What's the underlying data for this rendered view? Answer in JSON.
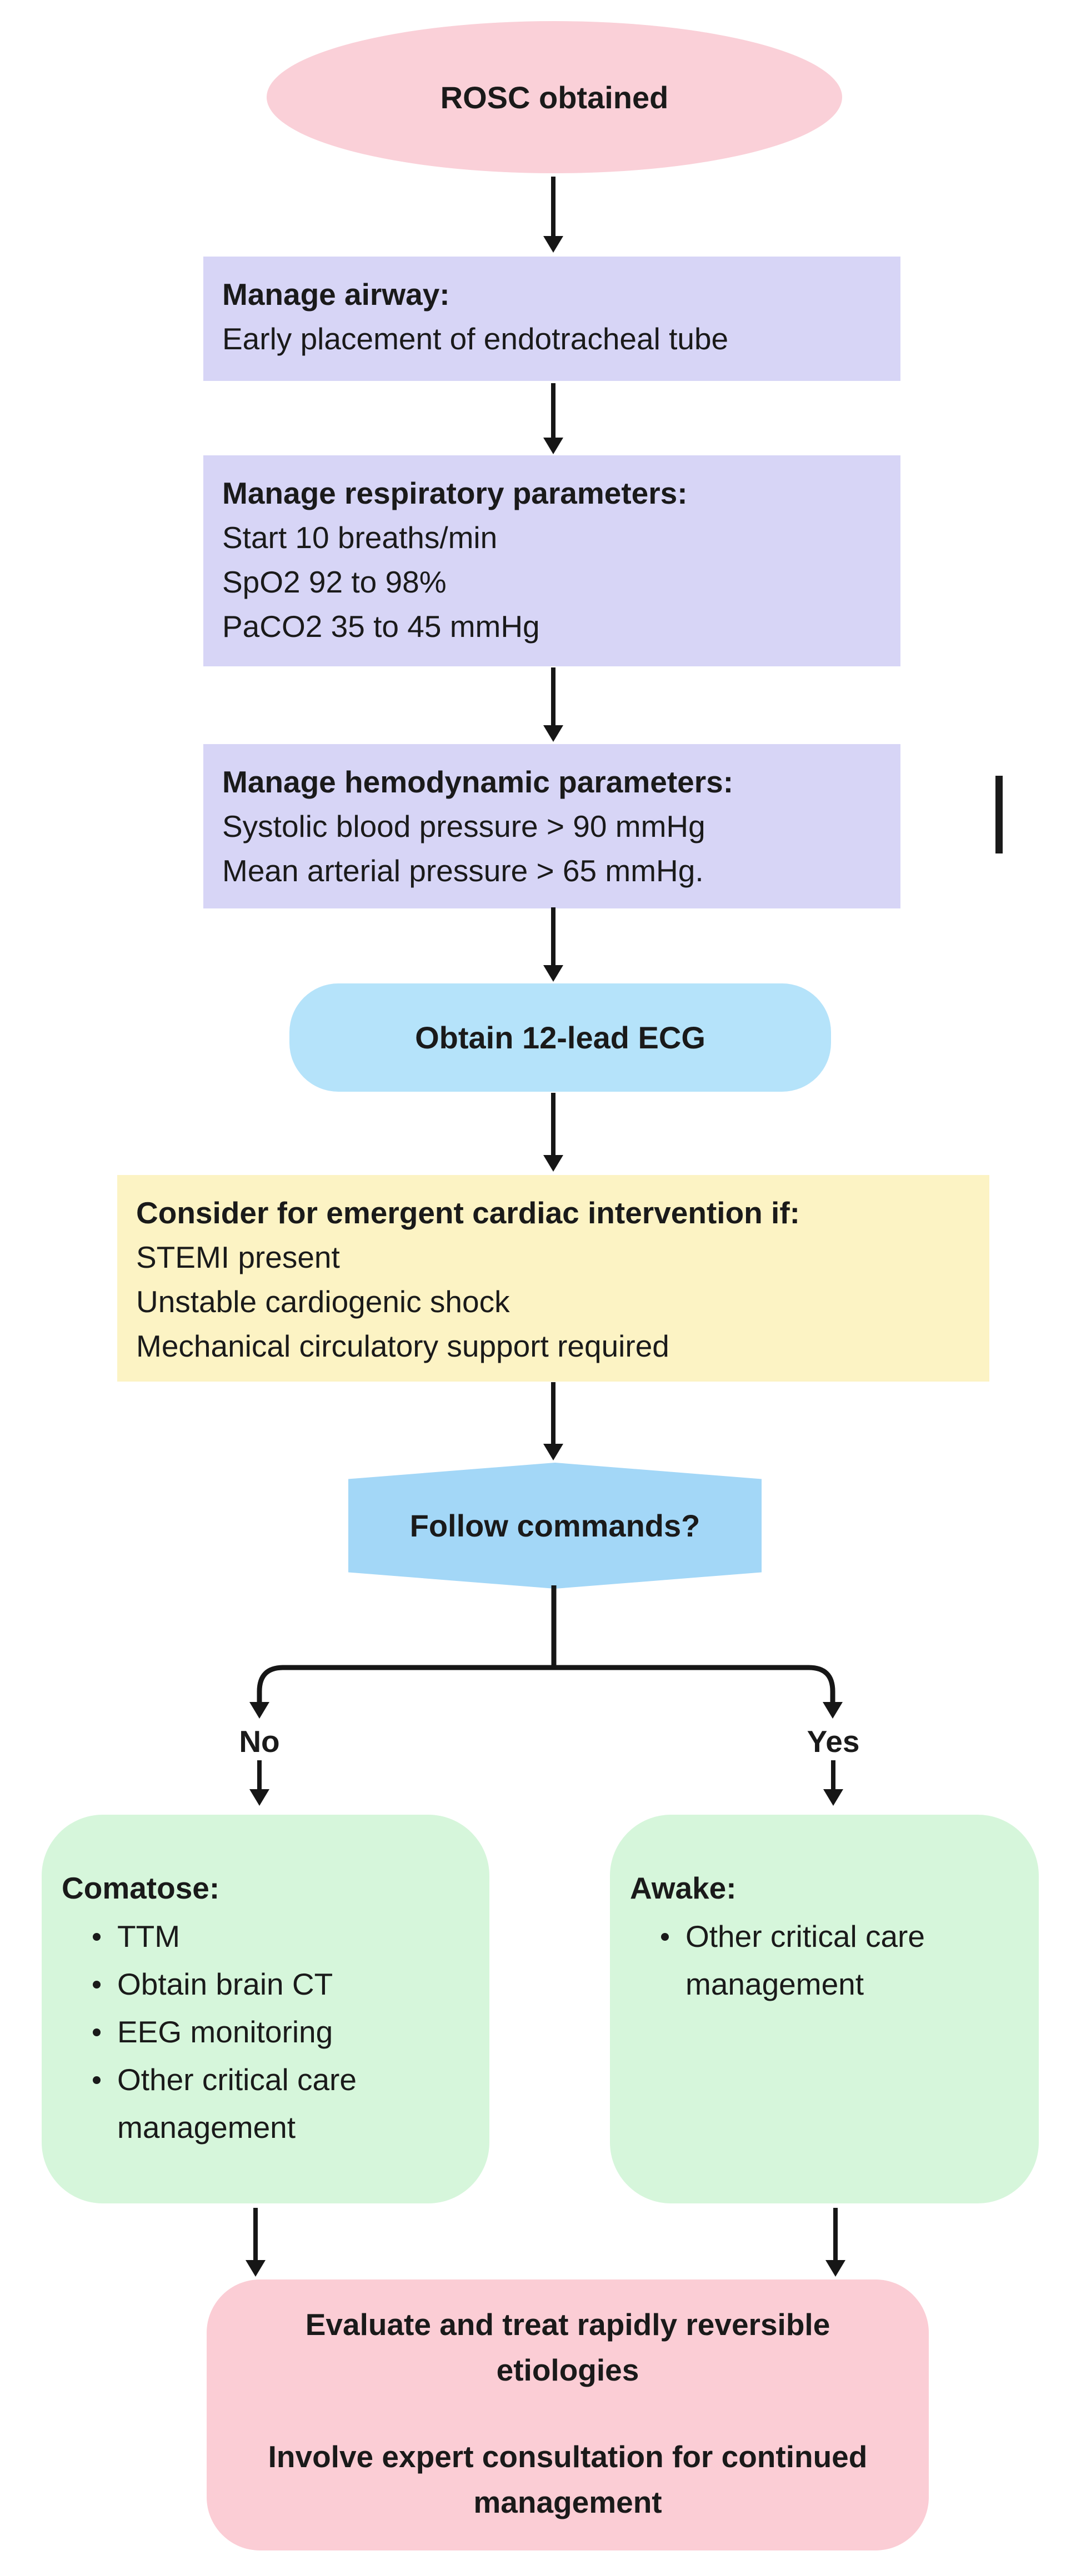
{
  "colors": {
    "start_fill": "#FAD0D8",
    "process_fill": "#D7D5F6",
    "pill_fill": "#B5E3FA",
    "decision_fill": "#A3D7F7",
    "consider_fill": "#FCF3C4",
    "outcome_fill": "#D6F6DB",
    "final_fill": "#FBCDD5",
    "arrow": "#161616",
    "text": "#1a1a1a",
    "background": "#ffffff"
  },
  "nodes": {
    "rosc": {
      "label": "ROSC obtained"
    },
    "airway": {
      "title": "Manage airway:",
      "lines": [
        "Early placement of endotracheal tube"
      ]
    },
    "respiratory": {
      "title": "Manage respiratory parameters:",
      "lines": [
        "Start 10 breaths/min",
        "SpO2 92 to 98%",
        "PaCO2 35 to 45 mmHg"
      ]
    },
    "hemodynamic": {
      "title": "Manage hemodynamic parameters:",
      "lines": [
        "Systolic blood pressure > 90 mmHg",
        "Mean arterial pressure > 65 mmHg."
      ]
    },
    "ecg": {
      "label": "Obtain 12-lead ECG"
    },
    "cardiac_intervention": {
      "title": "Consider for emergent cardiac intervention if:",
      "lines": [
        "STEMI present",
        "Unstable cardiogenic shock",
        "Mechanical circulatory support required"
      ]
    },
    "decision": {
      "label": "Follow commands?"
    },
    "branch": {
      "no": "No",
      "yes": "Yes"
    },
    "comatose": {
      "title": "Comatose:",
      "bullets": [
        "TTM",
        "Obtain brain CT",
        "EEG monitoring",
        "Other critical care management"
      ]
    },
    "awake": {
      "title": "Awake:",
      "bullets": [
        "Other critical care management"
      ]
    },
    "final": {
      "paragraphs": [
        [
          "Evaluate and treat rapidly reversible",
          "etiologies"
        ],
        [
          "Involve expert consultation for continued",
          "management"
        ]
      ]
    }
  }
}
